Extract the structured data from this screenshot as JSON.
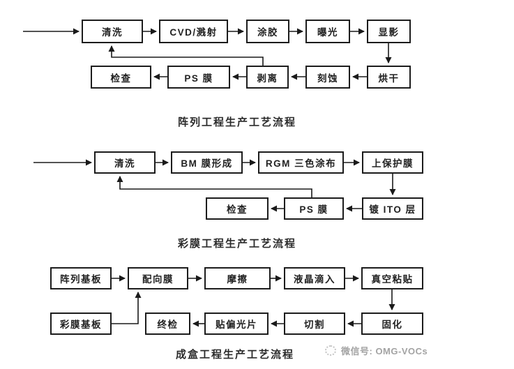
{
  "page": {
    "background": "#ffffff",
    "line_color": "#1a1a1a",
    "box_border_color": "#1c1c1c",
    "watermark_color": "#a3a3a3"
  },
  "charts": [
    {
      "title": "阵列工程生产工艺流程",
      "nodes": [
        {
          "id": "cleaning",
          "label": "清洗"
        },
        {
          "id": "cvd-sputtering",
          "label": "CVD/溅射"
        },
        {
          "id": "resist-coating",
          "label": "涂胶"
        },
        {
          "id": "exposure",
          "label": "曝光"
        },
        {
          "id": "development",
          "label": "显影"
        },
        {
          "id": "drying",
          "label": "烘干"
        },
        {
          "id": "etching",
          "label": "刻蚀"
        },
        {
          "id": "stripping",
          "label": "剥离"
        },
        {
          "id": "ps-film",
          "label": "PS 膜"
        },
        {
          "id": "inspection",
          "label": "检查"
        }
      ],
      "edges": [
        {
          "from": "START",
          "to": "清洗"
        },
        {
          "from": "清洗",
          "to": "CVD/溅射"
        },
        {
          "from": "CVD/溅射",
          "to": "涂胶"
        },
        {
          "from": "涂胶",
          "to": "曝光"
        },
        {
          "from": "曝光",
          "to": "显影"
        },
        {
          "from": "显影",
          "to": "烘干"
        },
        {
          "from": "烘干",
          "to": "刻蚀"
        },
        {
          "from": "刻蚀",
          "to": "剥离"
        },
        {
          "from": "剥离",
          "to": "PS 膜"
        },
        {
          "from": "PS 膜",
          "to": "检查"
        },
        {
          "from": "剥离",
          "to": "清洗",
          "type": "feedback"
        }
      ]
    },
    {
      "title": "彩膜工程生产工艺流程",
      "nodes": [
        {
          "id": "cleaning",
          "label": "清洗"
        },
        {
          "id": "bm-film",
          "label": "BM 膜形成"
        },
        {
          "id": "rgb-coating",
          "label": "RGM 三色涂布"
        },
        {
          "id": "protective-film",
          "label": "上保护膜"
        },
        {
          "id": "ito-layer",
          "label": "镀 ITO 层"
        },
        {
          "id": "ps-film",
          "label": "PS 膜"
        },
        {
          "id": "inspection",
          "label": "检查"
        }
      ],
      "edges": [
        {
          "from": "START",
          "to": "清洗"
        },
        {
          "from": "清洗",
          "to": "BM 膜形成"
        },
        {
          "from": "BM 膜形成",
          "to": "RGM 三色涂布"
        },
        {
          "from": "RGM 三色涂布",
          "to": "上保护膜"
        },
        {
          "from": "上保护膜",
          "to": "镀 ITO 层"
        },
        {
          "from": "镀 ITO 层",
          "to": "PS 膜"
        },
        {
          "from": "PS 膜",
          "to": "检查"
        },
        {
          "from": "PS 膜",
          "to": "清洗",
          "type": "feedback"
        }
      ]
    },
    {
      "title": "成盒工程生产工艺流程",
      "nodes": [
        {
          "id": "array-substrate",
          "label": "阵列基板"
        },
        {
          "id": "alignment-film",
          "label": "配向膜"
        },
        {
          "id": "rubbing",
          "label": "摩擦"
        },
        {
          "id": "lc-dropping",
          "label": "液晶滴入"
        },
        {
          "id": "vacuum-lamination",
          "label": "真空粘贴"
        },
        {
          "id": "cf-substrate",
          "label": "彩膜基板"
        },
        {
          "id": "final-inspection",
          "label": "终检"
        },
        {
          "id": "polarizer-attach",
          "label": "贴偏光片"
        },
        {
          "id": "cutting",
          "label": "切割"
        },
        {
          "id": "curing",
          "label": "固化"
        }
      ],
      "edges": [
        {
          "from": "阵列基板",
          "to": "配向膜"
        },
        {
          "from": "彩膜基板",
          "to": "配向膜"
        },
        {
          "from": "配向膜",
          "to": "摩擦"
        },
        {
          "from": "摩擦",
          "to": "液晶滴入"
        },
        {
          "from": "液晶滴入",
          "to": "真空粘贴"
        },
        {
          "from": "真空粘贴",
          "to": "固化"
        },
        {
          "from": "固化",
          "to": "切割"
        },
        {
          "from": "切割",
          "to": "贴偏光片"
        },
        {
          "from": "贴偏光片",
          "to": "终检"
        }
      ]
    }
  ],
  "watermark": {
    "icon": "wechat-badge-icon",
    "text": "微信号: OMG-VOCs"
  }
}
